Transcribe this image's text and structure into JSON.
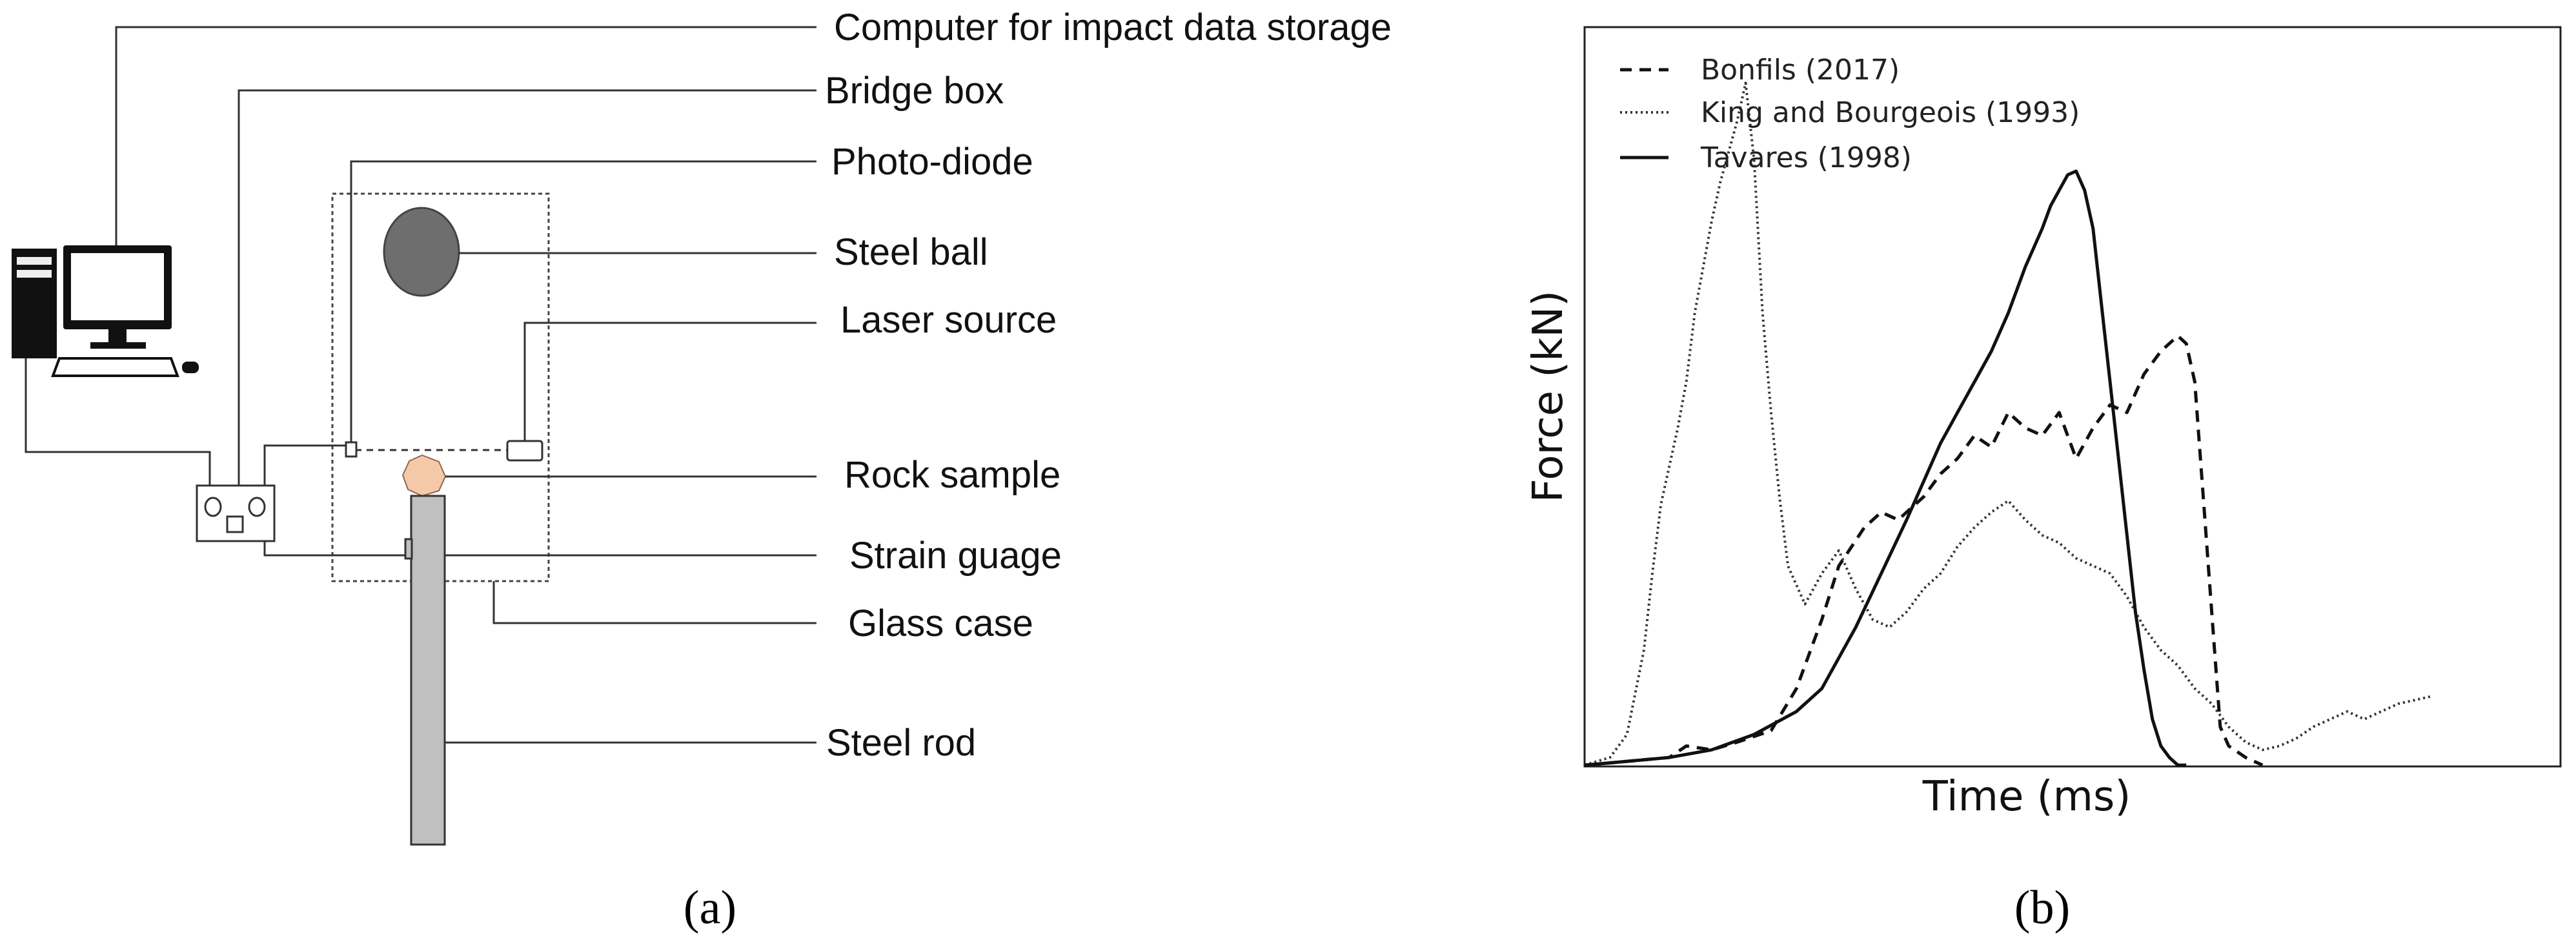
{
  "panel_a": {
    "caption": "(a)",
    "labels": {
      "computer": "Computer for impact data storage",
      "bridge_box": "Bridge box",
      "photo_diode": "Photo-diode",
      "steel_ball": "Steel ball",
      "laser_source": "Laser source",
      "rock_sample": "Rock sample",
      "strain_gauge": "Strain guage",
      "glass_case": "Glass case",
      "steel_rod": "Steel rod"
    },
    "colors": {
      "steel_ball": "#6e6e6e",
      "rock_sample": "#f5c9a8",
      "steel_rod": "#c0c0c0",
      "lines": "#333333"
    }
  },
  "panel_b": {
    "caption": "(b)",
    "chart_data": {
      "type": "line",
      "xlabel": "Time (ms)",
      "ylabel": "Force (kN)",
      "xlim": [
        0,
        100
      ],
      "ylim": [
        0,
        100
      ],
      "x_ticks_shown": false,
      "y_ticks_shown": false,
      "grid": false,
      "legend": "top-left",
      "series": [
        {
          "name": "Bonfils (2017)",
          "style": "dashed",
          "x": [
            0,
            5,
            10,
            12,
            15,
            18,
            22,
            25,
            28,
            30,
            33,
            35,
            37,
            40,
            42,
            44,
            46,
            48,
            50,
            52,
            54,
            56,
            58,
            60,
            62,
            64,
            66,
            68,
            70,
            71,
            72,
            73,
            74,
            75,
            76,
            78,
            80
          ],
          "y": [
            0,
            1,
            2,
            5,
            4,
            6,
            9,
            20,
            38,
            52,
            62,
            66,
            64,
            70,
            76,
            80,
            86,
            83,
            92,
            88,
            86,
            92,
            80,
            88,
            94,
            92,
            102,
            108,
            112,
            110,
            100,
            70,
            40,
            10,
            5,
            2,
            0
          ]
        },
        {
          "name": "King and Bourgeois (1993)",
          "style": "dotted",
          "x": [
            0,
            3,
            5,
            7,
            8,
            9,
            10,
            11,
            12,
            13,
            14,
            15,
            16,
            17,
            18,
            19,
            20,
            21,
            22,
            23,
            24,
            26,
            28,
            30,
            32,
            34,
            36,
            38,
            40,
            42,
            44,
            46,
            48,
            50,
            52,
            54,
            56,
            58,
            60,
            62,
            64,
            66,
            68,
            70,
            72,
            74,
            76,
            78,
            80,
            82,
            84,
            86,
            88,
            90,
            92,
            94,
            96,
            98,
            100
          ],
          "y": [
            0,
            2,
            8,
            30,
            50,
            68,
            78,
            88,
            100,
            118,
            130,
            142,
            152,
            160,
            168,
            178,
            158,
            118,
            92,
            70,
            52,
            42,
            50,
            56,
            46,
            38,
            36,
            40,
            46,
            50,
            57,
            62,
            66,
            69,
            64,
            60,
            58,
            54,
            52,
            50,
            44,
            36,
            30,
            26,
            20,
            16,
            10,
            6,
            4,
            5,
            7,
            10,
            12,
            14,
            12,
            14,
            16,
            17,
            18
          ]
        },
        {
          "name": "Tavares (1998)",
          "style": "solid",
          "x": [
            0,
            5,
            10,
            15,
            20,
            25,
            28,
            30,
            32,
            35,
            38,
            40,
            42,
            44,
            46,
            48,
            50,
            52,
            54,
            55,
            56,
            57,
            58,
            59,
            60,
            61,
            62,
            63,
            64,
            65,
            66,
            67,
            68,
            69,
            70,
            71
          ],
          "y": [
            0,
            1,
            2,
            4,
            8,
            14,
            20,
            28,
            36,
            50,
            64,
            74,
            84,
            92,
            100,
            108,
            118,
            130,
            140,
            146,
            150,
            154,
            155,
            150,
            140,
            120,
            100,
            80,
            60,
            40,
            25,
            12,
            5,
            2,
            0,
            0
          ]
        }
      ]
    }
  }
}
